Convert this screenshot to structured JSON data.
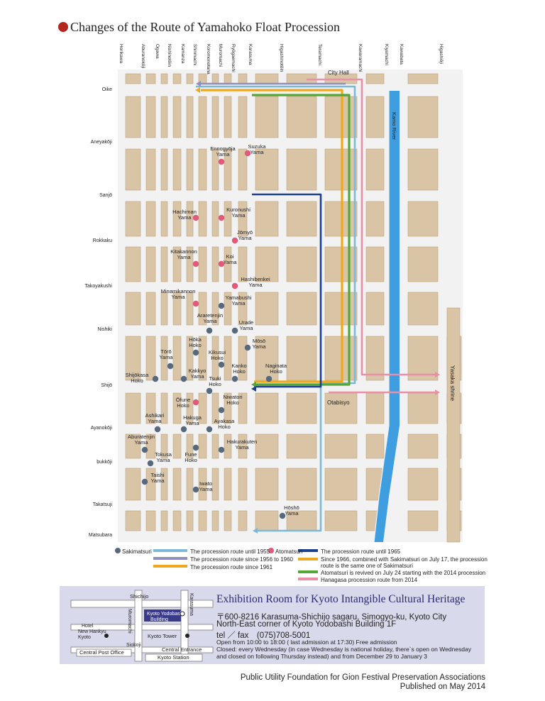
{
  "title": "Changes of the Route of Yamahoko Float Procession",
  "colors": {
    "road": "#f2f2f3",
    "block": "#d9c4a6",
    "river": "#3f9ee0",
    "sakimatsuri": "#56697d",
    "atomatsuri": "#e05a7a"
  },
  "streets_ns": [
    "Horikawa",
    "Aburanokōji",
    "Ogawa",
    "Nishinotōin",
    "Kamanza",
    "Shinmachi",
    "Koromonotana",
    "Muromachi",
    "Ryōgaemachi",
    "Karasuma",
    "Higashinotōin",
    "Teramachi",
    "Kawaramachi",
    "Kiyamachi",
    "Kawabata",
    "Higashiōji"
  ],
  "streets_ew": [
    "Oike",
    "Aneyakōji",
    "Sanjō",
    "Rokkaku",
    "Takoyakushi",
    "Nishiki",
    "Shijō",
    "Ayanokōji",
    "bukkōji",
    "Takatsuji",
    "Matsubara"
  ],
  "places": {
    "city_hall": "City Hall",
    "kamo_river": "Kamo River",
    "yasaka": "Yasaka shrine",
    "otabisyo": "Otabisyo"
  },
  "floats_atomatsuri": [
    [
      "Ennogyōja",
      "Yama"
    ],
    [
      "Suzuka",
      "Yama"
    ],
    [
      "Hachiman",
      "Yama"
    ],
    [
      "Kuronushi",
      "Yama"
    ],
    [
      "Jōmyō",
      "Yama"
    ],
    [
      "Kitakannon",
      "Yama"
    ],
    [
      "Koi",
      "Yama"
    ],
    [
      "Hashibenkei",
      "Yama"
    ],
    [
      "Minamikannon",
      "Yama"
    ],
    [
      "Ōfune",
      "Hoko"
    ]
  ],
  "floats_sakimatsuri": [
    [
      "Yamabushi",
      "Yama"
    ],
    [
      "Araretenjin",
      "Yama"
    ],
    [
      "Urade",
      "Yama"
    ],
    [
      "Mōsō",
      "Yama"
    ],
    [
      "Hōka",
      "Hoko"
    ],
    [
      "Tōrō",
      "Yama"
    ],
    [
      "Kikusui",
      "Hoko"
    ],
    [
      "Kanko",
      "Hoko"
    ],
    [
      "Naginata",
      "Hoko"
    ],
    [
      "Shijōkasa",
      "Hoko"
    ],
    [
      "Kakkyo",
      "Yama"
    ],
    [
      "Tsuki",
      "Hoko"
    ],
    [
      "Niwatori",
      "Hoko"
    ],
    [
      "Ashikari",
      "Yama"
    ],
    [
      "Hakuga",
      "Yama"
    ],
    [
      "Ayakasa",
      "Hoko"
    ],
    [
      "Aburatenjin",
      "Yama"
    ],
    [
      "Hakurakuten",
      "Yama"
    ],
    [
      "Tokusa",
      "Yama"
    ],
    [
      "Fune",
      "Hoko"
    ],
    [
      "Taishi",
      "Yama"
    ],
    [
      "Iwato",
      "Yama"
    ],
    [
      "Hōshō",
      "Yama"
    ]
  ],
  "legend": {
    "sakimatsuri": "Sakimatsuri",
    "atomatsuri": "Atomatsuri",
    "r1955": "The procession route until 1955",
    "r1956": "The procession route since 1956 to 1960",
    "r1961": "The procession route since 1961",
    "r1965": "The procession route until 1965",
    "r1966a": "Since 1966, combined with Sakimatsuri on July 17, the procession",
    "r1966b": "route is the same one of Sakimatsuri",
    "r2014": "Atomatsuri is revived on July 24 starting with the 2014 procession",
    "hanagasa": "Hanagasa procession route from 2014"
  },
  "minimap": {
    "shichijo": "Shichijo",
    "karasuma": "Karasuma",
    "muromachi": "Muromachi",
    "building1": "Kyoto Yodobashi",
    "building2": "Building",
    "hotel1": "Hotel",
    "hotel2": "New Hankyu",
    "hotel3": "Kyoto",
    "tower": "Kyoto Tower",
    "siokoji": "Siokoji",
    "post": "Central Post Office",
    "entrance": "Central Entrance",
    "station": "Kyoto Station"
  },
  "exhibition": {
    "title": "Exhibition Room for Kyoto Intangible Cultural Heritage",
    "address1": "〒600-8216  Karasuma-Shichijo sagaru, Simogyo-ku, Kyoto City",
    "address2": "North-East corner of Kyoto Yodobashi Building 1F",
    "tel": "tel ／ fax　(075)708-5001",
    "hours": "Open from 10:00 to 18:00 ( last admission at 17:30)  Free admission",
    "closed1": "Closed: every Wednesday (in case Wednesday is national holiday, there`s open on Wednesday",
    "closed2": "and closed on following Thursday instead) and from December 29 to January 3"
  },
  "footer": {
    "publisher": "Public Utility Foundation for Gion Festival Preservation Associations",
    "published": "Published on May 2014"
  }
}
